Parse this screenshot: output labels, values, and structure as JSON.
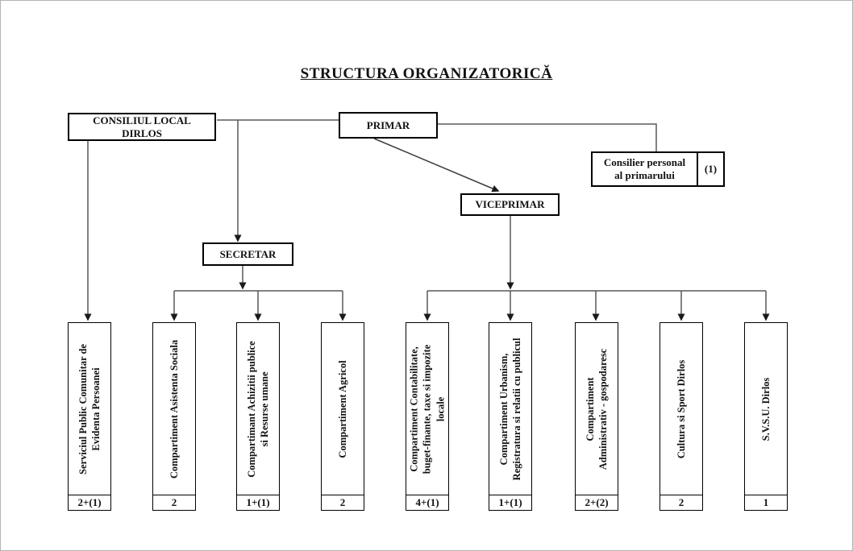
{
  "title": "STRUCTURA ORGANIZATORICĂ",
  "nodes": {
    "consiliul_local": "CONSILIUL LOCAL\nDIRLOS",
    "primar": "PRIMAR",
    "consilier_personal": "Consilier personal\nal primarului",
    "consilier_count": "(1)",
    "viceprimar": "VICEPRIMAR",
    "secretar": "SECRETAR"
  },
  "departments": [
    {
      "name": "Serviciul Public Comunitar de\nEvidenta  Persoanei",
      "count": "2+(1)"
    },
    {
      "name": "Compartiment  Asistenta  Sociala",
      "count": "2"
    },
    {
      "name": "Compartimant  Achizitii publice\nsi Resurse umane",
      "count": "1+(1)"
    },
    {
      "name": "Compartiment  Agricol",
      "count": "2"
    },
    {
      "name": "Compartiment Contabilitate,\nbuget-finante, taxe si impozite\nlocale",
      "count": "4+(1)"
    },
    {
      "name": "Compartiment  Urbanism,\nRegistratura si relatii cu publicul",
      "count": "1+(1)"
    },
    {
      "name": "Compartiment\nAdministrativ - gospodaresc",
      "count": "2+(2)"
    },
    {
      "name": "Cultura si Sport Dirlos",
      "count": "2"
    },
    {
      "name": "S.V.S.U.  Dirlos",
      "count": "1"
    }
  ],
  "colors": {
    "line": "#595959",
    "arrow": "#1a1a1a",
    "border": "#000000"
  }
}
